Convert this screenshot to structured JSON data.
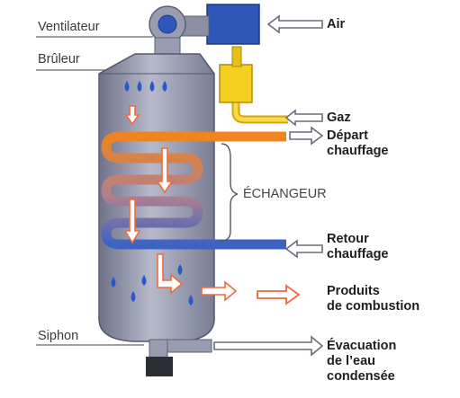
{
  "labels": {
    "ventilateur": "Ventilateur",
    "bruleur": "Brûleur",
    "siphon": "Siphon",
    "echangeur": "ÉCHANGEUR",
    "air": "Air",
    "gaz": "Gaz",
    "depart": "Départ",
    "depart_2": "chauffage",
    "retour": "Retour",
    "retour_2": "chauffage",
    "produits": "Produits",
    "produits_2": "de combustion",
    "evacuation": "Évacuation",
    "evacuation_2": "de l’eau",
    "evacuation_3": "condensée"
  },
  "colors": {
    "body": "#a6a8bb",
    "body_dark": "#7d8096",
    "fan_blue": "#2f57b8",
    "gas_yellow": "#f3cf1f",
    "hot_orange": "#f08420",
    "cold_blue": "#3c63c2",
    "flame_arrow": "#f26a3c",
    "drop_blue": "#2b58c8",
    "siphon": "#2b2f33"
  }
}
